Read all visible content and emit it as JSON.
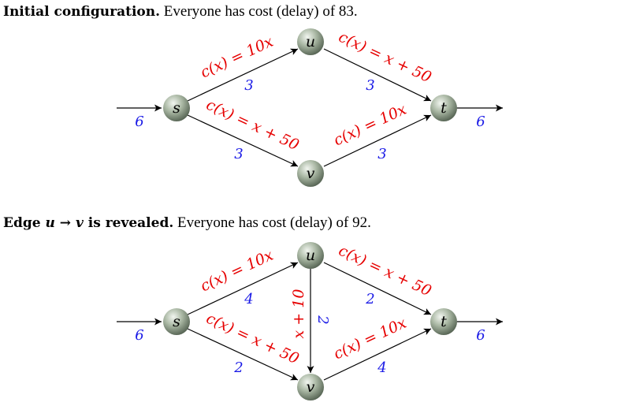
{
  "captions": {
    "top_bold": "Initial configuration.",
    "top_rest": " Everyone has cost (delay) of 83.",
    "bottom_bold_prefix": "Edge ",
    "bottom_bold_u": "u",
    "bottom_bold_arrow": " → ",
    "bottom_bold_v": "v",
    "bottom_bold_suffix": " is revealed.",
    "bottom_rest": " Everyone has cost (delay) of 92."
  },
  "nodes": {
    "s": "s",
    "u": "u",
    "v": "v",
    "t": "t"
  },
  "top_network": {
    "in_flow": "6",
    "out_flow": "6",
    "edges": {
      "su": {
        "cost": "c(x) = 10x",
        "flow": "3"
      },
      "ut": {
        "cost": "c(x) = x + 50",
        "flow": "3"
      },
      "sv": {
        "cost": "c(x) = x + 50",
        "flow": "3"
      },
      "vt": {
        "cost": "c(x) = 10x",
        "flow": "3"
      }
    }
  },
  "bottom_network": {
    "in_flow": "6",
    "out_flow": "6",
    "edges": {
      "su": {
        "cost": "c(x) = 10x",
        "flow": "4"
      },
      "ut": {
        "cost": "c(x) = x + 50",
        "flow": "2"
      },
      "sv": {
        "cost": "c(x) = x + 50",
        "flow": "2"
      },
      "vt": {
        "cost": "c(x) = 10x",
        "flow": "4"
      },
      "uv": {
        "cost": "x + 10",
        "flow": "2"
      }
    }
  },
  "colors": {
    "cost": "#e60000",
    "flow": "#1a1ae6",
    "node": "#9aaa95"
  }
}
